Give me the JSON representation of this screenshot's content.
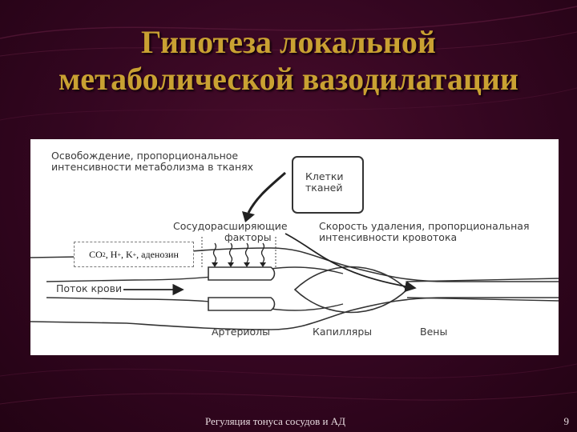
{
  "slide": {
    "title_line1": "Гипотеза локальной",
    "title_line2": "метаболической вазодилатации",
    "footer": "Регуляция тонуса сосудов и АД",
    "page_number": "9"
  },
  "diagram": {
    "release_label_line1": "Освобождение, пропорциональное",
    "release_label_line2": "интенсивности метаболизма в тканях",
    "cells_label_line1": "Клетки",
    "cells_label_line2": "тканей",
    "vasodilators_line1": "Сосудорасширяющие",
    "vasodilators_line2": "факторы",
    "removal_line1": "Скорость удаления, пропорциональная",
    "removal_line2": "интенсивности кровотока",
    "ions": {
      "co": "CO",
      "co_sub": "2",
      "h": ", H",
      "h_sup": "+",
      "k": ", K",
      "k_sup": "+",
      "adenosine": ", аденозин"
    },
    "blood_flow": "Поток крови",
    "arterioles": "Артериолы",
    "capillaries": "Капилляры",
    "veins": "Вены"
  },
  "colors": {
    "background": "#330620",
    "title": "#c9a132",
    "footer_text": "#e8dbe0"
  }
}
